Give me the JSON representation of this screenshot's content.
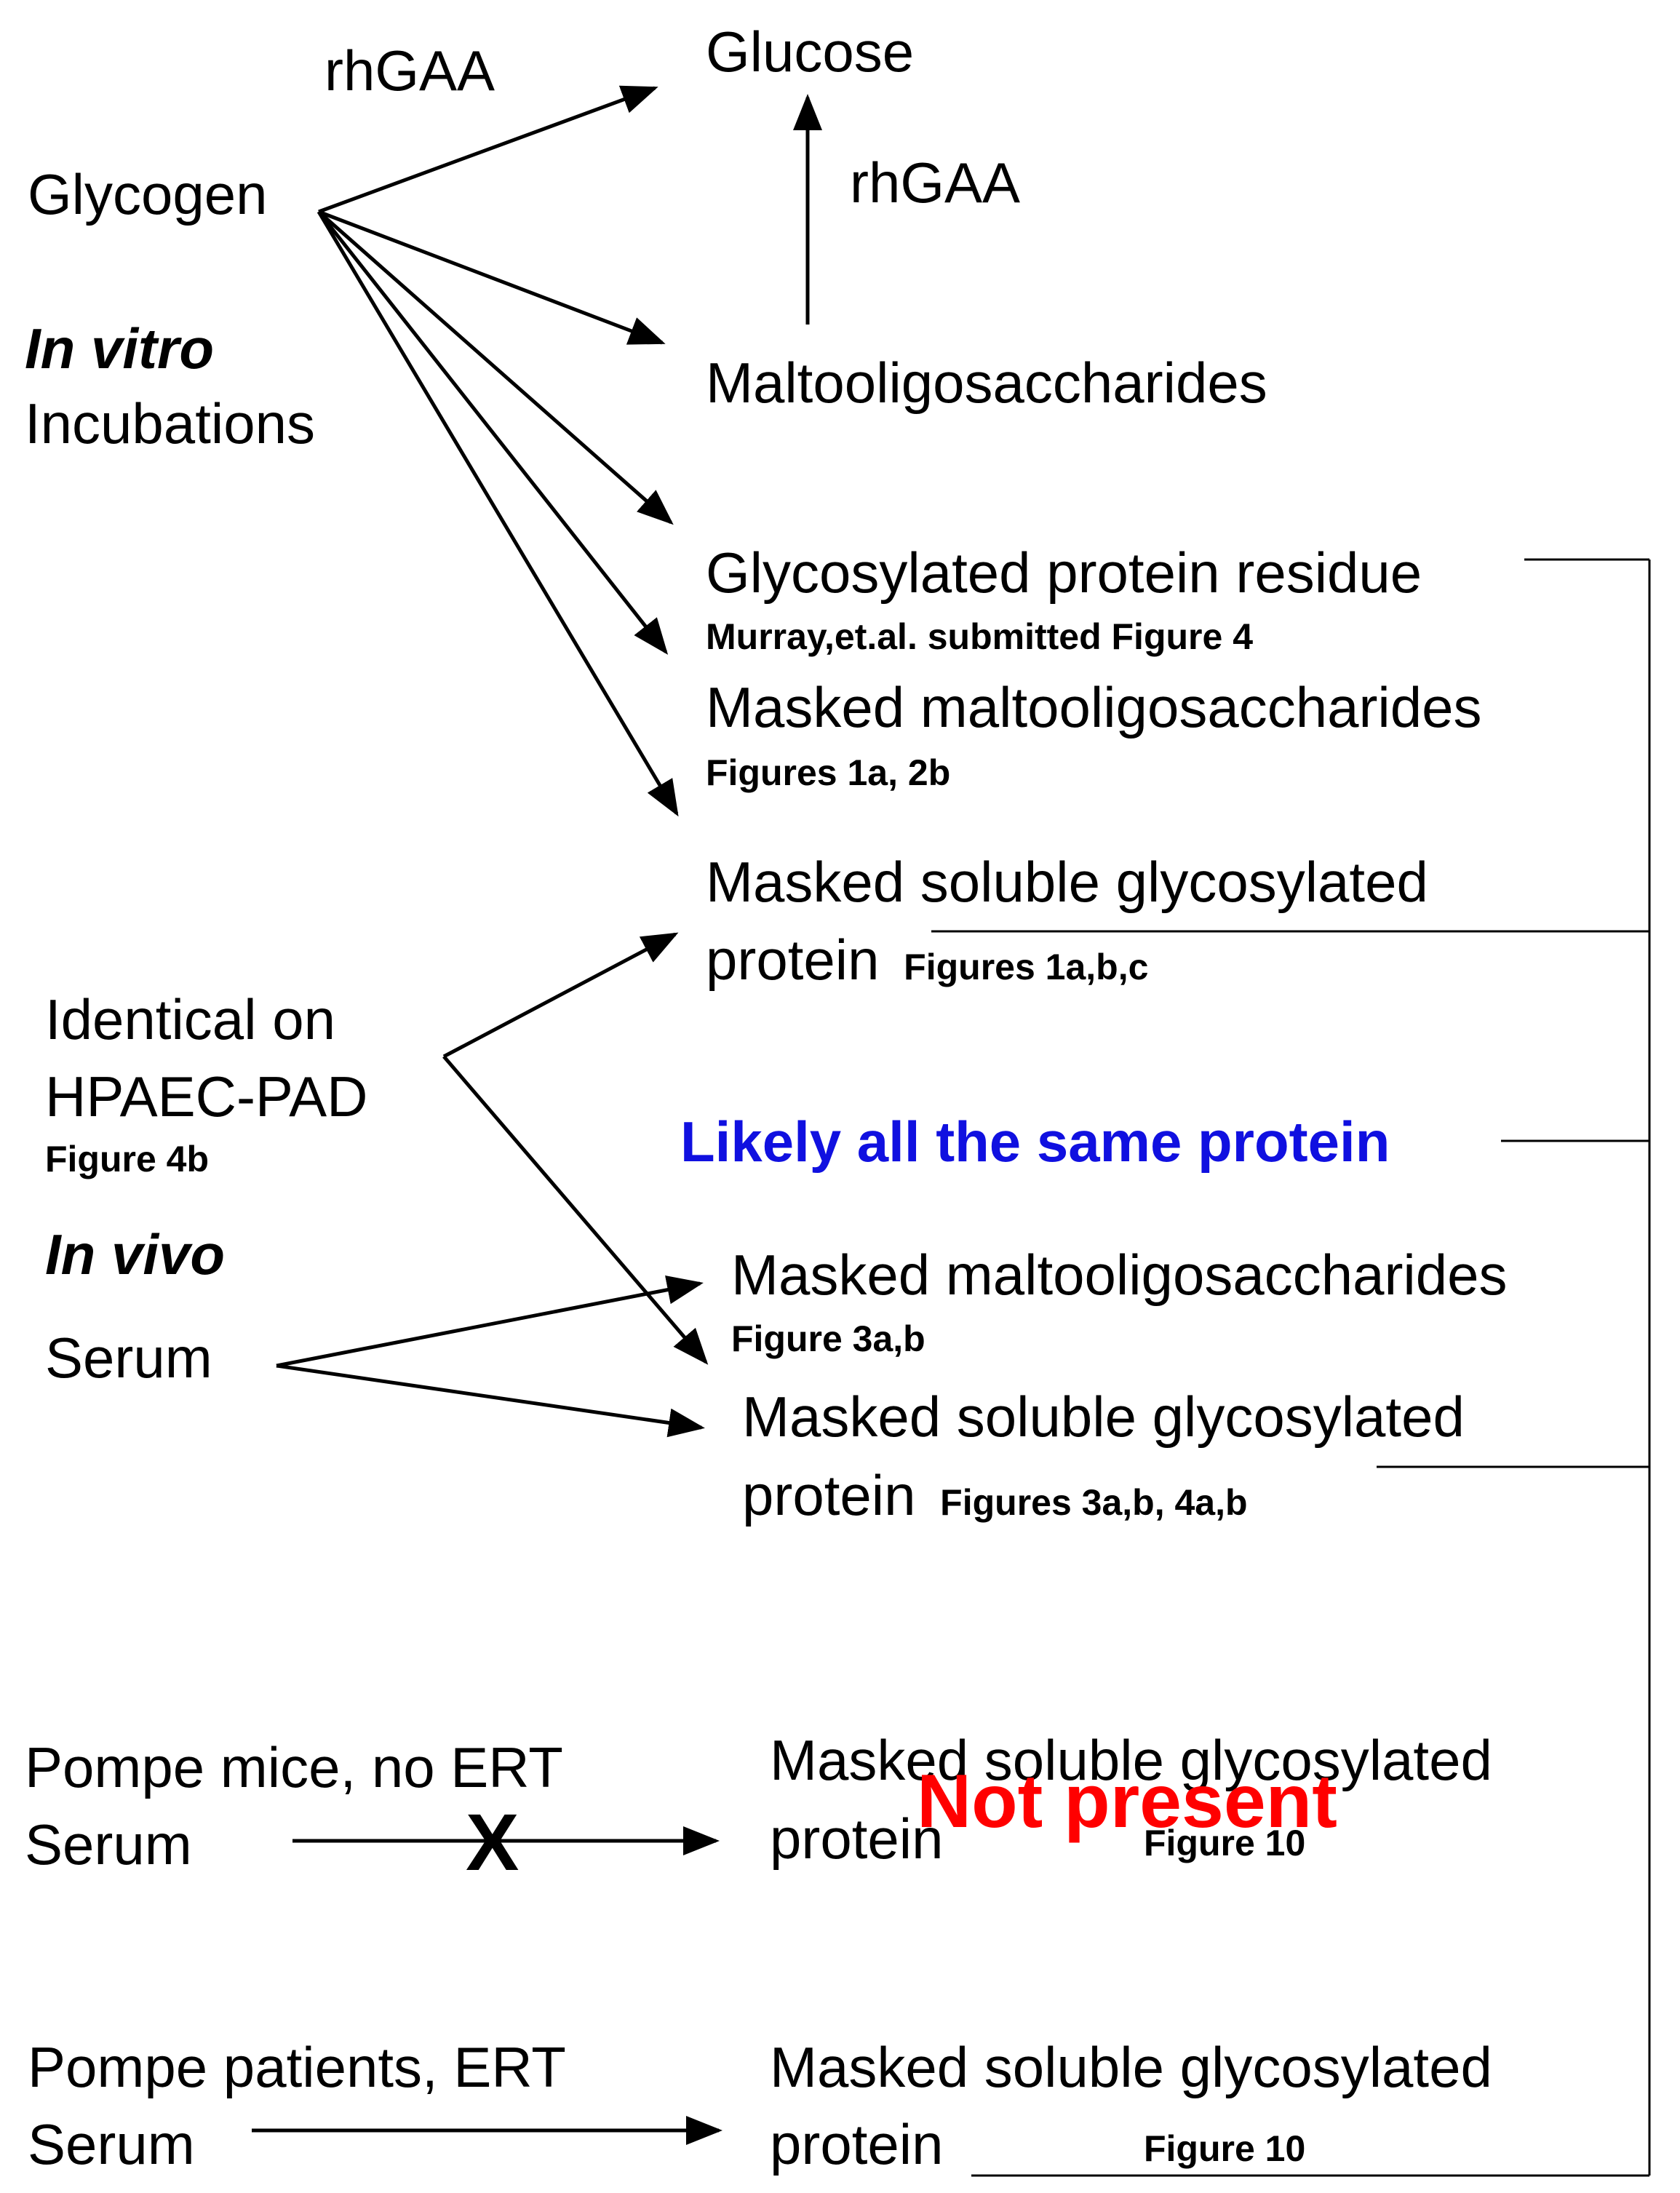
{
  "colors": {
    "highlight_blue": "#1010e0",
    "alert_red": "#ff0000",
    "line": "#000000"
  },
  "in_vitro": {
    "enzyme_top": "rhGAA",
    "substrate": "Glycogen",
    "title_italic": "In vitro",
    "title_rest": "Incubations",
    "glucose": "Glucose",
    "enzyme_side": "rhGAA",
    "maltooligosaccharides": "Maltooligosaccharides",
    "glycosylated_residue": "Glycosylated protein residue",
    "glycosylated_residue_ref": "Murray,et.al. submitted Figure 4",
    "masked_malto": "Masked maltooligosaccharides",
    "masked_malto_ref": "Figures 1a, 2b",
    "masked_soluble_line1": "Masked soluble glycosylated",
    "masked_soluble_line2": "protein",
    "masked_soluble_ref": "Figures 1a,b,c"
  },
  "comparison": {
    "label_line1": "Identical on",
    "label_line2": "HPAEC-PAD",
    "label_ref": "Figure 4b",
    "conclusion": "Likely all the same protein"
  },
  "in_vivo": {
    "title": "In vivo",
    "source": "Serum",
    "masked_malto": "Masked maltooligosaccharides",
    "masked_malto_ref": "Figure 3a,b",
    "masked_soluble_line1": "Masked soluble glycosylated",
    "masked_soluble_line2": "protein",
    "masked_soluble_ref": "Figures 3a,b, 4a,b"
  },
  "pompe_mice": {
    "label_line1": "Pompe mice, no ERT",
    "label_line2": "Serum",
    "blocked_mark": "X",
    "product_line1": "Masked soluble glycosylated",
    "product_line2": "protein",
    "product_ref": "Figure 10",
    "status": "Not present"
  },
  "pompe_patients": {
    "label_line1": "Pompe patients, ERT",
    "label_line2": "Serum",
    "product_line1": "Masked soluble glycosylated",
    "product_line2": "protein",
    "product_ref": "Figure 10"
  }
}
